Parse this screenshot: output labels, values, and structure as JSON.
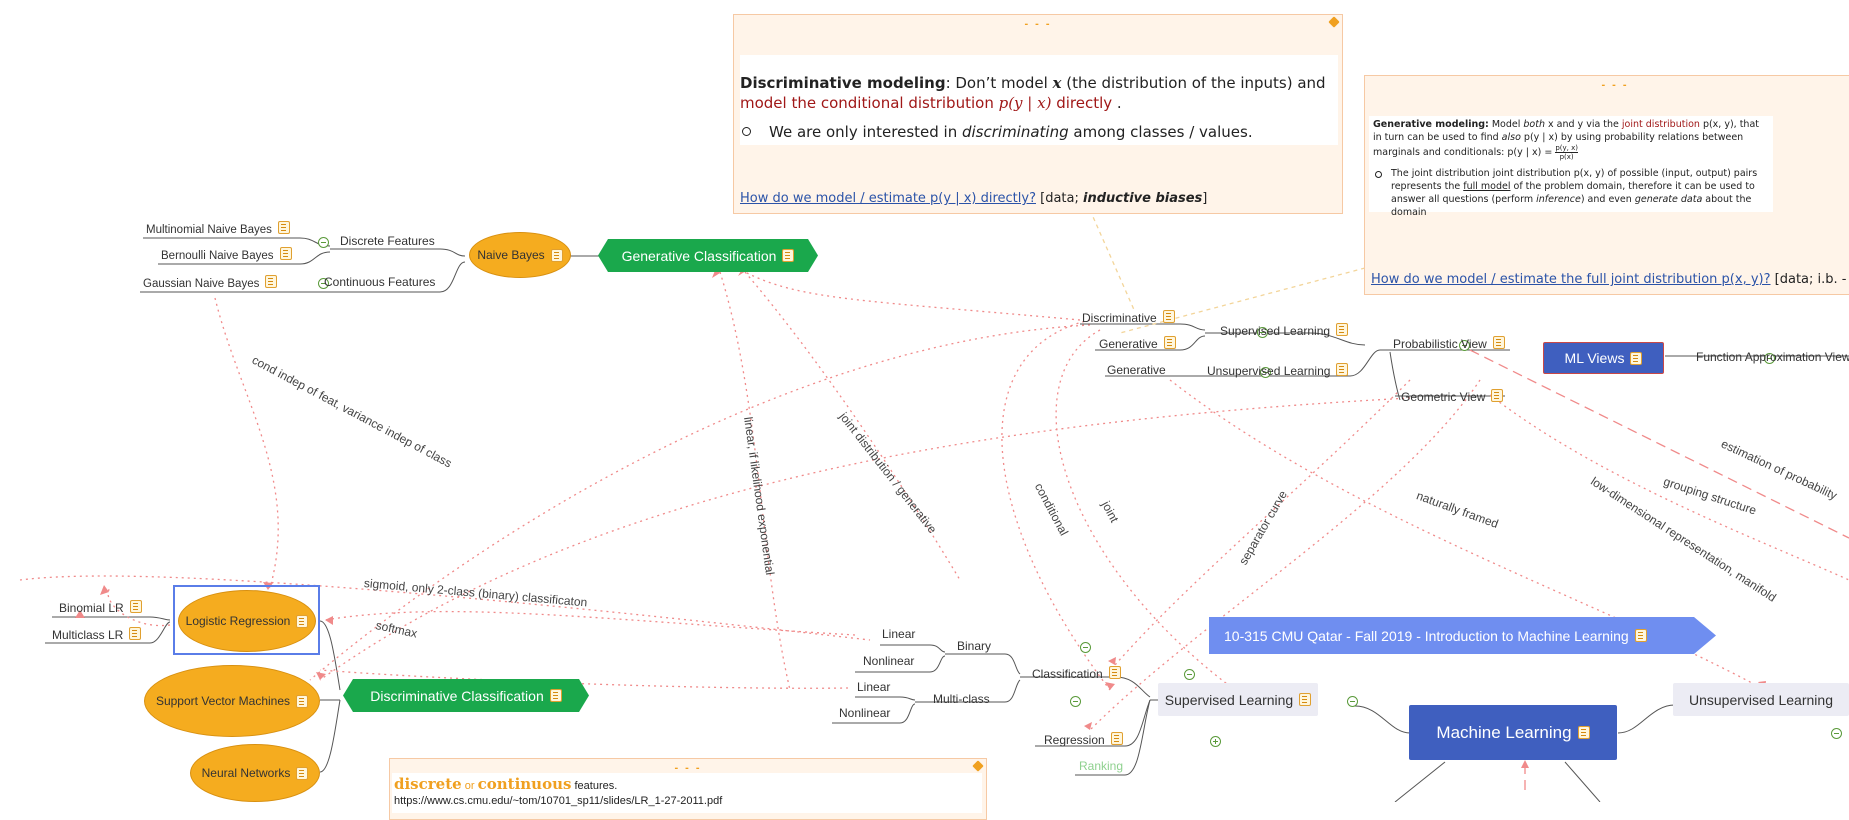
{
  "colors": {
    "accent_orange": "#f5ac1f",
    "green": "#1aa84c",
    "blue": "#3f5fbf",
    "edge_red": "#f08a8a"
  },
  "notes": {
    "discriminative": {
      "dashes": "- - -",
      "title": "Discriminative modeling",
      "text1": ": Don’t model ",
      "x": "x",
      "text2": " (the distribution of the inputs) and ",
      "red1": "model the conditional distribution ",
      "pyx": "p(y | x)",
      "red2": " directly",
      "text3": " .",
      "bullet_pre": "We are only interested in ",
      "bullet_em": "discriminating",
      "bullet_post": " among classes / values.",
      "link": "How do we model / estimate p(y | x) directly?",
      "tail_pre": " [data; ",
      "tail_em": "inductive biases",
      "tail_post": "]"
    },
    "generative": {
      "dashes": "- - -",
      "title": "Generative modeling:",
      "p1a": " Model ",
      "p1b": "both",
      "p1c": " x and y via the ",
      "p1d": "joint distribution",
      "p1e": " p(x, y), that in turn can be used to find ",
      "p1f": "also",
      "p1g": " p(y | x) by using probability relations between marginals and conditionals: p(y | x) = ",
      "frac_top": "p(y, x)",
      "frac_bot": "p(x)",
      "b1": "The joint distribution joint distribution p(x, y) of possible (input, output) pairs represents the ",
      "b1u": "full model",
      "b1c": " of the problem domain, therefore it  can be used to answer all questions (perform ",
      "b1d": "inference",
      "b1e": ")  and even ",
      "b1f": "generate data",
      "b1g": " about the domain",
      "link": "How do we model / estimate the full joint distribution p(x, y)?",
      "tail": " [data; i.b. - priors"
    },
    "features": {
      "dashes": "- - -",
      "discrete": "discrete",
      "or": " or ",
      "continuous": "continuous",
      "features": " features.",
      "url": "https://www.cs.cmu.edu/~tom/10701_sp11/slides/LR_1-27-2011.pdf"
    }
  },
  "nodes": {
    "multinomial_nb": "Multinomial Naive Bayes",
    "bernoulli_nb": "Bernoulli Naive Bayes",
    "gaussian_nb": "Gaussian Naive Bayes",
    "discrete_features": "Discrete Features",
    "continuous_features": "Continuous Features",
    "naive_bayes": "Naive Bayes",
    "generative_classification": "Generative Classification",
    "discriminative_top": "Discriminative",
    "generative_top": "Generative",
    "generative_unsup": "Generative",
    "supervised_learning_sub": "Supervised Learning",
    "unsupervised_learning_sub": "Unsupervised Learning",
    "probabilistic_view": "Probabilistic View",
    "geometric_view": "Geometric View",
    "ml_views": "ML Views",
    "function_approx_view": "Function Approximation View",
    "binomial_lr": "Binomial LR",
    "multiclass_lr": "Multiclass LR",
    "logistic_regression": "Logistic Regression",
    "svm": "Support Vector Machines",
    "neural_networks": "Neural Networks",
    "discriminative_classification": "Discriminative Classification",
    "linear_binary": "Linear",
    "nonlinear_binary": "Nonlinear",
    "binary": "Binary",
    "linear_multi": "Linear",
    "nonlinear_multi": "Nonlinear",
    "multi_class": "Multi-class",
    "classification": "Classification",
    "regression": "Regression",
    "ranking": "Ranking",
    "supervised_learning": "Supervised Learning",
    "unsupervised_learning": "Unsupervised Learning",
    "machine_learning": "Machine Learning",
    "course_banner": "10-315 CMU Qatar - Fall 2019 - Introduction to Machine Learning"
  },
  "edge_labels": {
    "cond_indep": "cond indep of feat, variance indep of class",
    "linear_if": "linear, if likelihood exponential",
    "joint_dist": "joint distribution / generative",
    "conditional": "conditional",
    "joint": "joint",
    "naturally_framed": "naturally framed",
    "separator_curve": "separator curve",
    "sigmoid": "sigmoid, only 2-class (binary) classificaton",
    "softmax": "softmax",
    "estimation": "estimation of probability",
    "grouping": "grouping structure",
    "low_dim": "low-dimensional representation, manifold"
  }
}
